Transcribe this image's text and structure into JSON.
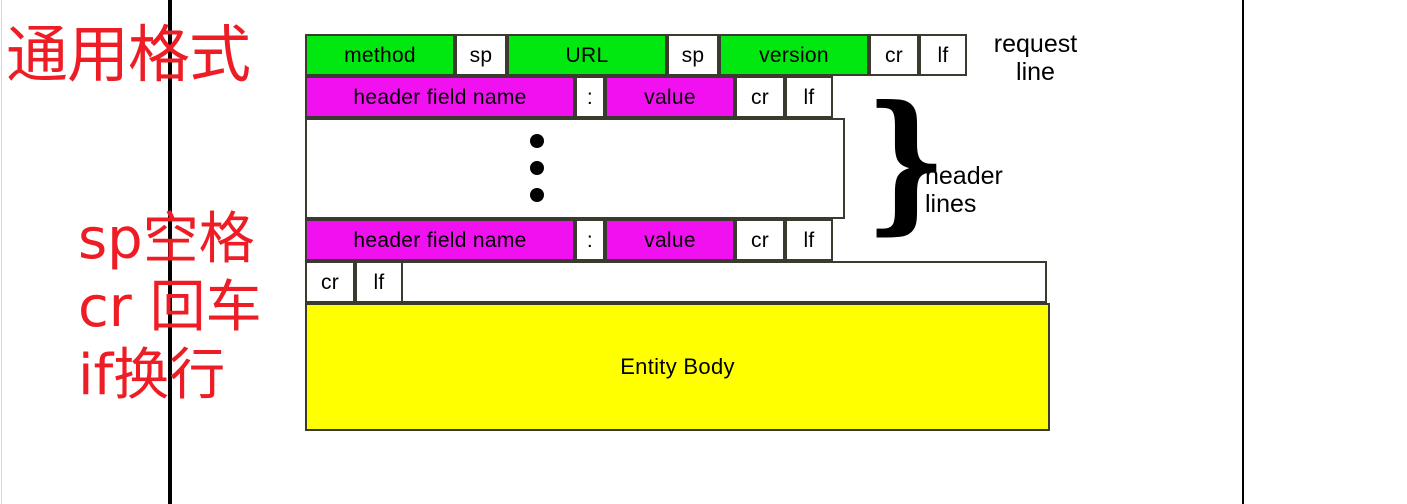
{
  "slide": {
    "annotations": {
      "title": "通用格式",
      "sp": "sp空格",
      "cr": "cr 回车",
      "lf": "if换行"
    },
    "accent_color": "#ee1c24",
    "guides": {
      "left_rule": "vertical-rule-left",
      "mid_rule": "vertical-rule-mid",
      "right_rule": "vertical-rule-right"
    }
  },
  "diagram": {
    "name": "http-request-message-general-format",
    "colors": {
      "green": "#00e810",
      "magenta": "#f010f0",
      "yellow": "#ffff00",
      "white": "#ffffff",
      "border": "#3a3a2e"
    },
    "request_line": {
      "cells": [
        {
          "label": "method",
          "fill": "green"
        },
        {
          "label": "sp",
          "fill": "white"
        },
        {
          "label": "URL",
          "fill": "green"
        },
        {
          "label": "sp",
          "fill": "white"
        },
        {
          "label": "version",
          "fill": "green"
        },
        {
          "label": "cr",
          "fill": "white"
        },
        {
          "label": "lf",
          "fill": "white"
        }
      ],
      "side_label": "request\nline"
    },
    "header_line_first": {
      "cells": [
        {
          "label": "header field name",
          "fill": "magenta"
        },
        {
          "label": ":",
          "fill": "white"
        },
        {
          "label": "value",
          "fill": "magenta"
        },
        {
          "label": "cr",
          "fill": "white"
        },
        {
          "label": "lf",
          "fill": "white"
        }
      ]
    },
    "ellipsis_row": {
      "dots": 3
    },
    "header_line_last": {
      "cells": [
        {
          "label": "header field name",
          "fill": "magenta"
        },
        {
          "label": ":",
          "fill": "white"
        },
        {
          "label": "value",
          "fill": "magenta"
        },
        {
          "label": "cr",
          "fill": "white"
        },
        {
          "label": "lf",
          "fill": "white"
        }
      ]
    },
    "header_lines_label": "header\nlines",
    "brace_glyph": "}",
    "blank_line": {
      "cells": [
        {
          "label": "cr",
          "fill": "white"
        },
        {
          "label": "lf",
          "fill": "white"
        }
      ]
    },
    "entity_body": {
      "label": "Entity Body",
      "fill": "yellow"
    }
  }
}
